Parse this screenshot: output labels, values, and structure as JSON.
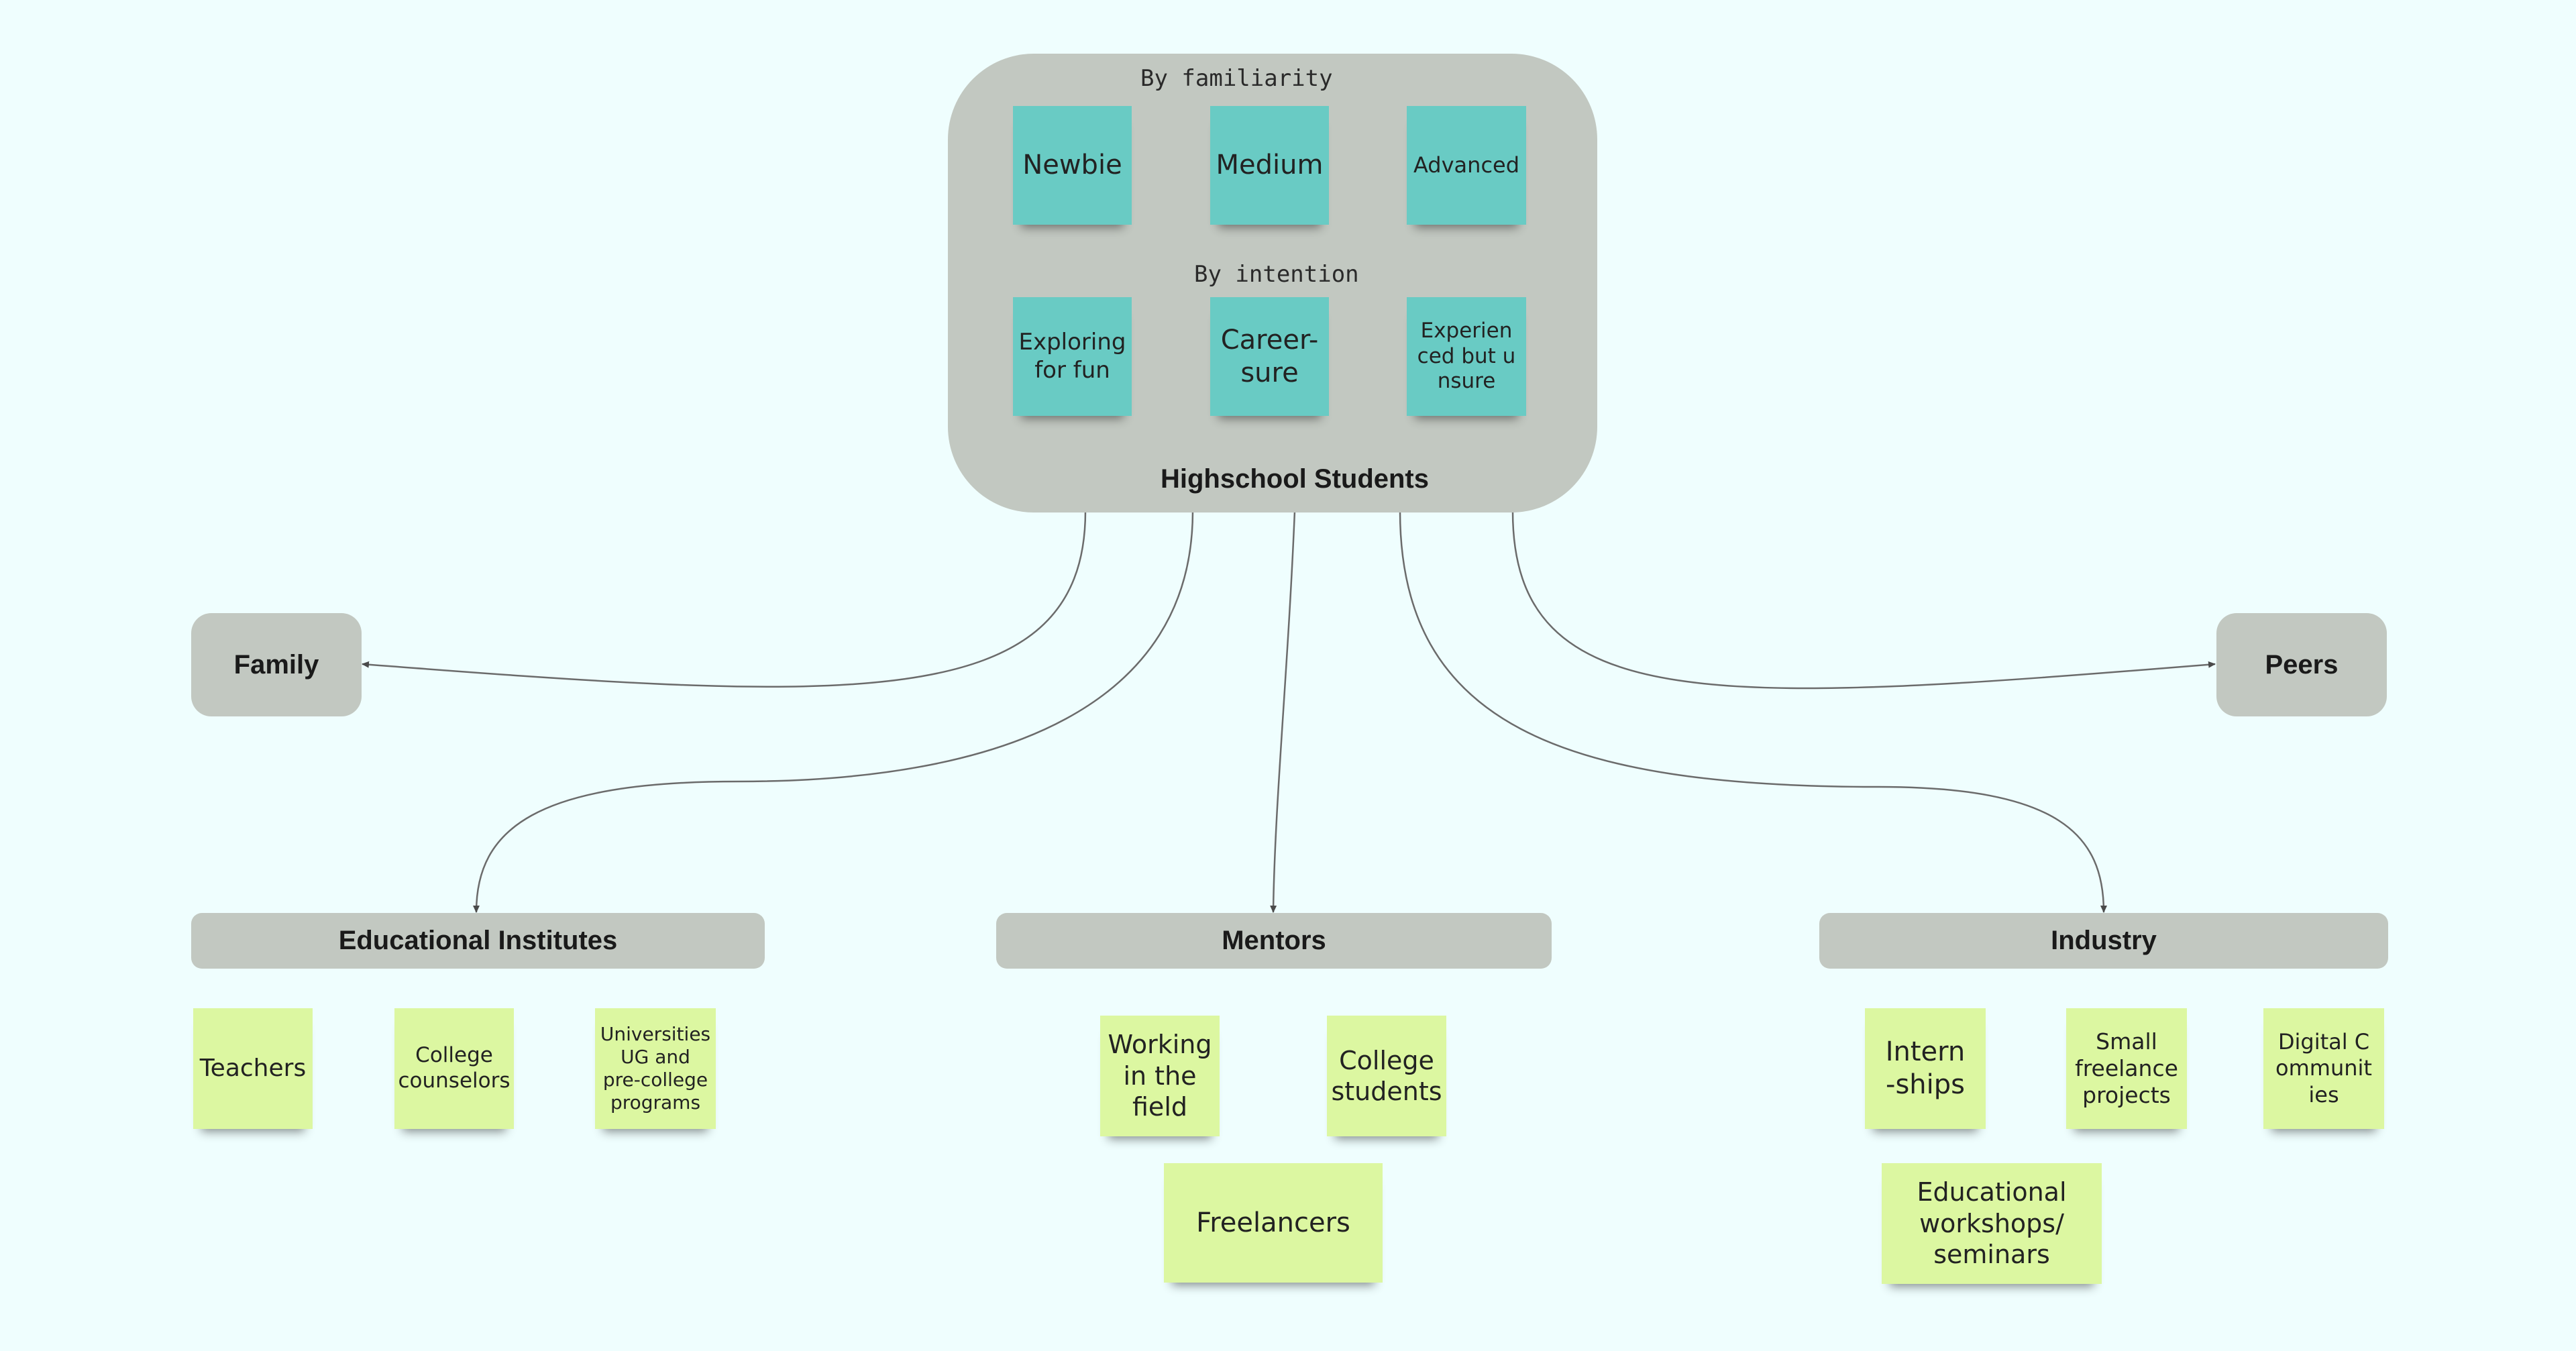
{
  "colors": {
    "background": "#effefe",
    "panel": "#c2c8c1",
    "teal_note": "#69cbc4",
    "lime_note": "#dcf7a1",
    "connector": "#6b6b6b"
  },
  "center": {
    "title": "Highschool Students",
    "familiarity": {
      "label": "By familiarity",
      "notes": [
        "Newbie",
        "Medium",
        "Advanced"
      ]
    },
    "intention": {
      "label": "By intention",
      "notes": [
        "Exploring for fun",
        "Career-sure",
        "Experienced but unsure"
      ]
    }
  },
  "family": {
    "label": "Family"
  },
  "peers": {
    "label": "Peers"
  },
  "educational_institutes": {
    "label": "Educational Institutes",
    "notes": [
      "Teachers",
      "College counselors",
      "Universities UG and pre-college programs"
    ]
  },
  "mentors": {
    "label": "Mentors",
    "notes": [
      "Working in the field",
      "College students",
      "Freelancers"
    ]
  },
  "industry": {
    "label": "Industry",
    "notes": [
      "Intern-ships",
      "Small freelance projects",
      "Digital Communities",
      "Educational workshops/ seminars"
    ]
  }
}
